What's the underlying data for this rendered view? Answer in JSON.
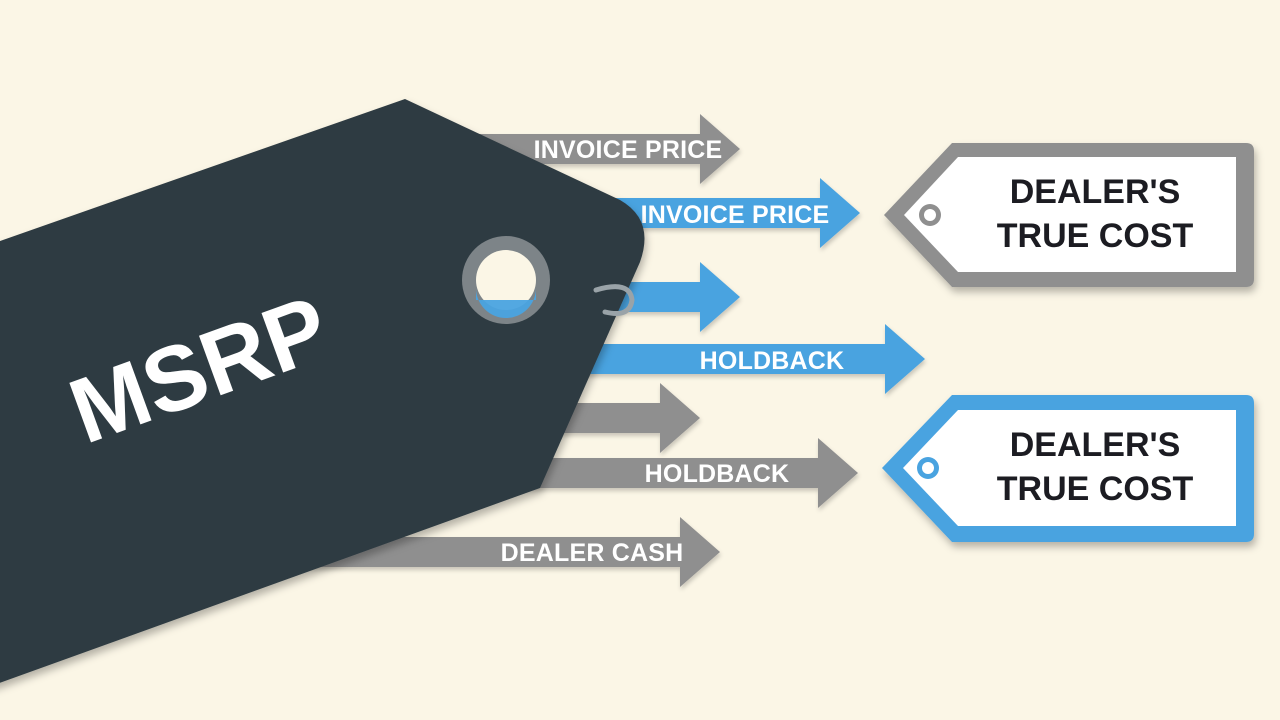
{
  "main_tag": {
    "label": "MSRP"
  },
  "arrows": [
    {
      "label": "INVOICE PRICE",
      "color": "gray"
    },
    {
      "label": "INVOICE PRICE",
      "color": "blue"
    },
    {
      "label": "",
      "color": "blue"
    },
    {
      "label": "HOLDBACK",
      "color": "blue"
    },
    {
      "label": "",
      "color": "gray"
    },
    {
      "label": "HOLDBACK",
      "color": "gray"
    },
    {
      "label": "DEALER CASH",
      "color": "gray"
    }
  ],
  "result_tags": [
    {
      "line1": "DEALER'S",
      "line2": "TRUE COST",
      "border": "gray"
    },
    {
      "line1": "DEALER'S",
      "line2": "TRUE COST",
      "border": "blue"
    }
  ],
  "colors": {
    "background": "#fbf6e6",
    "gray": "#8f8f8f",
    "blue": "#4aa3e0",
    "tag_dark": "#2e3b42"
  }
}
